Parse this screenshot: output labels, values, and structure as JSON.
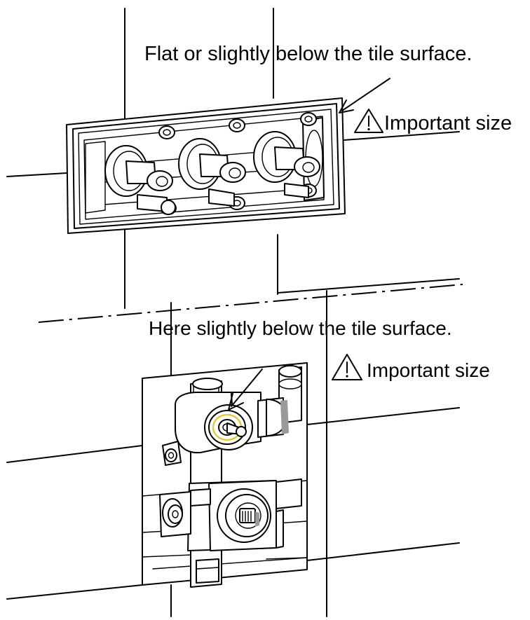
{
  "top_callout": {
    "text": "Flat or slightly below the tile surface.",
    "warning_label": "Important size",
    "warning_icon": "warning-triangle-icon"
  },
  "bottom_callout": {
    "text": "Here slightly below the tile surface.",
    "warning_label": "Important size",
    "warning_icon": "warning-triangle-icon"
  },
  "colors": {
    "line": "#000000",
    "background": "#ffffff",
    "highlight_ring": "#e3c93a"
  }
}
